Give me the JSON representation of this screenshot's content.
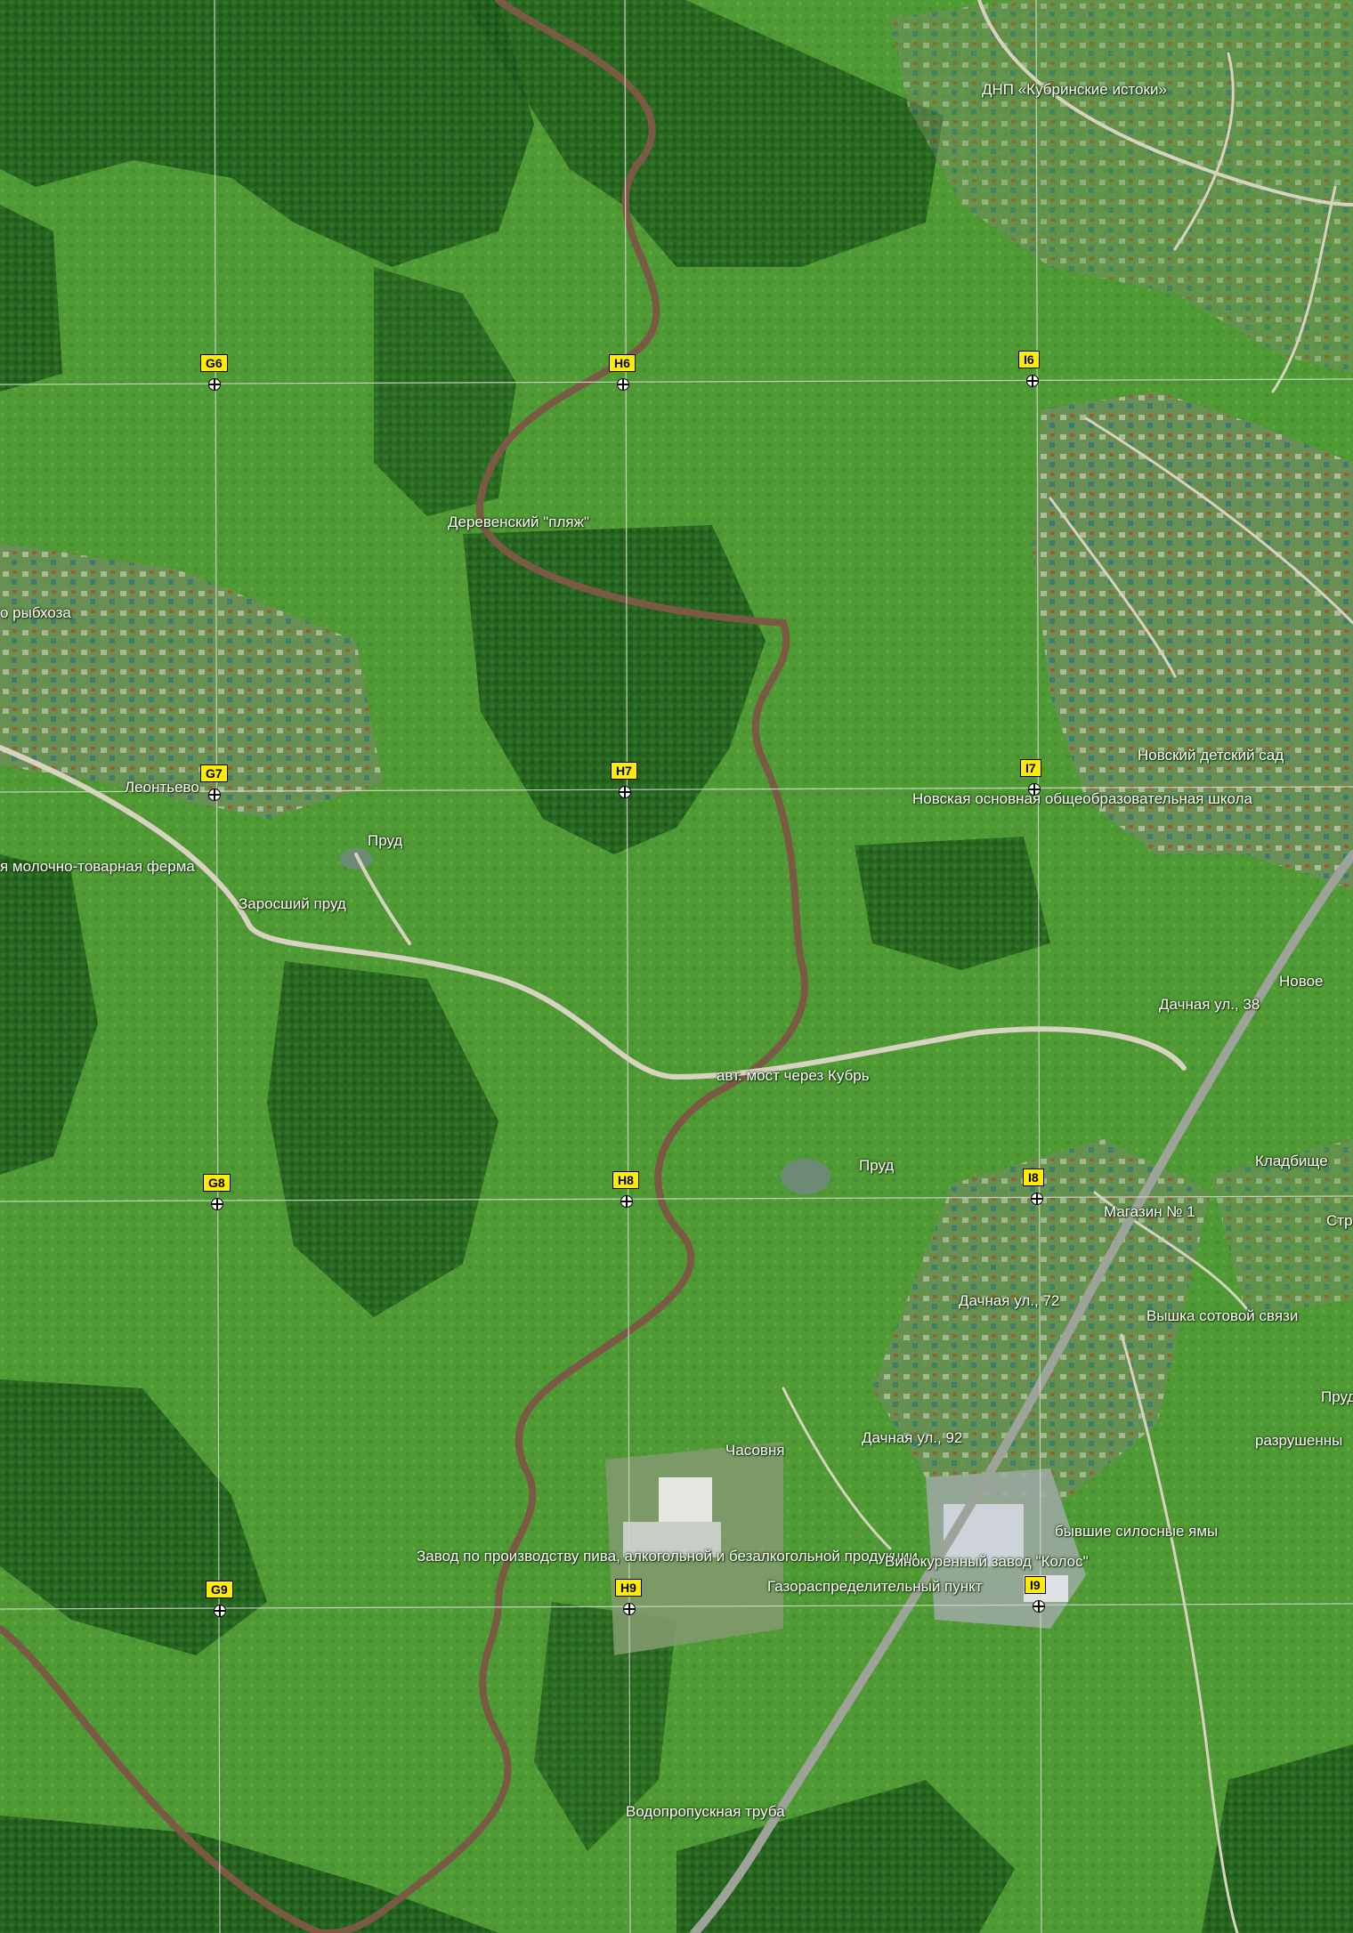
{
  "map": {
    "colors": {
      "meadow": "#4f9a35",
      "forest": "#1f5a1c",
      "river": "#7a5a45",
      "road": "#d8d2c0",
      "highway": "#9ea39a",
      "settlement": "#8a9a7c",
      "grid_line": "#cfd8c8",
      "grid_tag": "#ffec00"
    },
    "grid_markers": [
      {
        "id": "G6",
        "label": "G6"
      },
      {
        "id": "H6",
        "label": "H6"
      },
      {
        "id": "I6",
        "label": "I6"
      },
      {
        "id": "G7",
        "label": "G7"
      },
      {
        "id": "H7",
        "label": "H7"
      },
      {
        "id": "I7",
        "label": "I7"
      },
      {
        "id": "G8",
        "label": "G8"
      },
      {
        "id": "H8",
        "label": "H8"
      },
      {
        "id": "I8",
        "label": "I8"
      },
      {
        "id": "G9",
        "label": "G9"
      },
      {
        "id": "H9",
        "label": "H9"
      },
      {
        "id": "I9",
        "label": "I9"
      }
    ],
    "place_labels": [
      {
        "id": "dnp",
        "text": "ДНП «Кубринские истоки»"
      },
      {
        "id": "beach",
        "text": "Деревенский \"пляж\""
      },
      {
        "id": "fish",
        "text": "о рыбхоза"
      },
      {
        "id": "leontevo",
        "text": "Леонтьево"
      },
      {
        "id": "pond1",
        "text": "Пруд"
      },
      {
        "id": "dairy",
        "text": "я молочно-товарная ферма"
      },
      {
        "id": "overgrown",
        "text": "Заросший пруд"
      },
      {
        "id": "kindergarten",
        "text": "Новский детский сад"
      },
      {
        "id": "school",
        "text": "Новская основная общеобразовательная школа"
      },
      {
        "id": "novoe",
        "text": "Новое"
      },
      {
        "id": "dachnaya38",
        "text": "Дачная ул., 38"
      },
      {
        "id": "bridge",
        "text": "авт. мост через Кубрь"
      },
      {
        "id": "pond2",
        "text": "Пруд"
      },
      {
        "id": "cemetery",
        "text": "Кладбище"
      },
      {
        "id": "shop",
        "text": "Магазин № 1"
      },
      {
        "id": "str",
        "text": "Стр"
      },
      {
        "id": "dachnaya72",
        "text": "Дачная ул., 72"
      },
      {
        "id": "tower",
        "text": "Вышка сотовой связи"
      },
      {
        "id": "pond3",
        "text": "Пруд"
      },
      {
        "id": "ruined",
        "text": "разрушенны"
      },
      {
        "id": "chapel",
        "text": "Часовня"
      },
      {
        "id": "dachnaya92",
        "text": "Дачная ул., 92"
      },
      {
        "id": "silage",
        "text": "бывшие силосные ямы"
      },
      {
        "id": "brewery",
        "text": "Завод по производству пива, алкогольной и безалкогольной продукции"
      },
      {
        "id": "kolos",
        "text": "Винокуренный завод \"Колос\""
      },
      {
        "id": "gas",
        "text": "Газораспределительный пункт"
      },
      {
        "id": "culvert",
        "text": "Водопропускная труба"
      }
    ]
  }
}
